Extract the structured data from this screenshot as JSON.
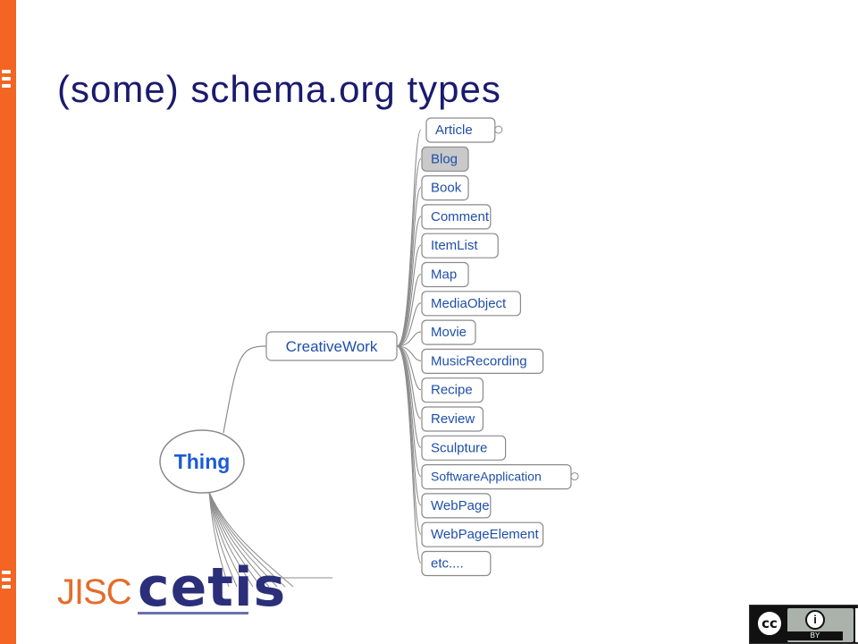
{
  "slide": {
    "title": "(some) schema.org types"
  },
  "diagram": {
    "root": "Thing",
    "branch": "CreativeWork",
    "children": [
      "Article",
      "Blog",
      "Book",
      "Comment",
      "ItemList",
      "Map",
      "MediaObject",
      "Movie",
      "MusicRecording",
      "Recipe",
      "Review",
      "Sculpture",
      "SoftwareApplication",
      "WebPage",
      "WebPageElement",
      "etc...."
    ],
    "selected": "Blog",
    "expandable": [
      "Article",
      "SoftwareApplication"
    ]
  },
  "branding": {
    "logo_jisc": "JISC",
    "logo_cetis": "cetis",
    "license_cc": "cc",
    "license_by_icon": "i",
    "license_by": "BY"
  },
  "colors": {
    "accent": "#f26522",
    "title": "#1a1a6e",
    "node_text": "#1f4fa8",
    "root_text": "#1a5bd6",
    "node_border": "#8a8a8a",
    "selected_fill": "#c9c9c9"
  }
}
